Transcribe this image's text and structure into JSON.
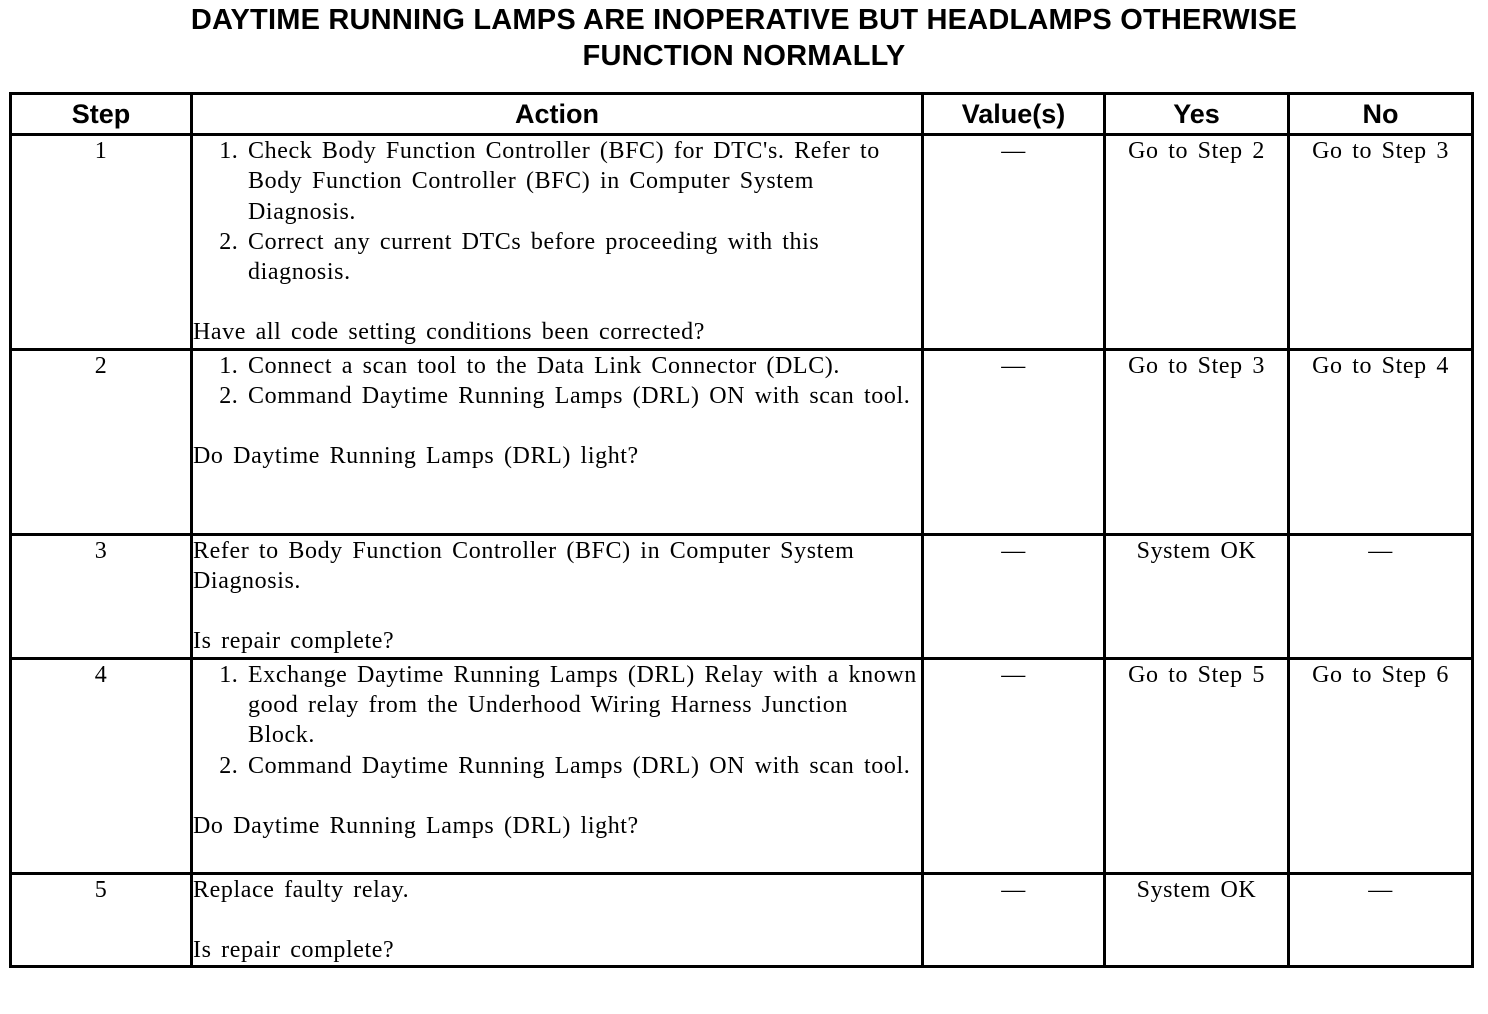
{
  "title": {
    "line1": "DAYTIME RUNNING LAMPS ARE INOPERATIVE BUT HEADLAMPS OTHERWISE",
    "line2": "FUNCTION NORMALLY"
  },
  "table": {
    "headers": {
      "step": "Step",
      "action": "Action",
      "values": "Value(s)",
      "yes": "Yes",
      "no": "No"
    },
    "rows": [
      {
        "step": "1",
        "items": [
          "Check Body Function Controller (BFC) for DTC's. Refer to Body Function Controller (BFC) in Computer System Diagnosis.",
          "Correct any current DTCs before proceeding with this diagnosis."
        ],
        "question": "Have all code setting conditions been corrected?",
        "value": "—",
        "yes": "Go to Step 2",
        "no": "Go to Step 3"
      },
      {
        "step": "2",
        "items": [
          "Connect a scan tool to the Data Link Connector (DLC).",
          "Command Daytime Running Lamps (DRL) ON with scan tool."
        ],
        "question": "Do Daytime Running Lamps (DRL) light?",
        "value": "—",
        "yes": "Go to Step 3",
        "no": "Go to Step 4"
      },
      {
        "step": "3",
        "text": "Refer to Body Function Controller (BFC) in Computer System Diagnosis.",
        "question": "Is repair complete?",
        "value": "—",
        "yes": "System OK",
        "no": "—"
      },
      {
        "step": "4",
        "items": [
          "Exchange Daytime Running Lamps (DRL) Relay with a known good relay from the Underhood Wiring Harness Junction Block.",
          "Command Daytime Running Lamps (DRL) ON with scan tool."
        ],
        "question": "Do Daytime Running Lamps (DRL) light?",
        "value": "—",
        "yes": "Go to Step 5",
        "no": "Go to Step 6"
      },
      {
        "step": "5",
        "text": "Replace faulty relay.",
        "question": "Is repair complete?",
        "value": "—",
        "yes": "System OK",
        "no": "—"
      }
    ]
  }
}
